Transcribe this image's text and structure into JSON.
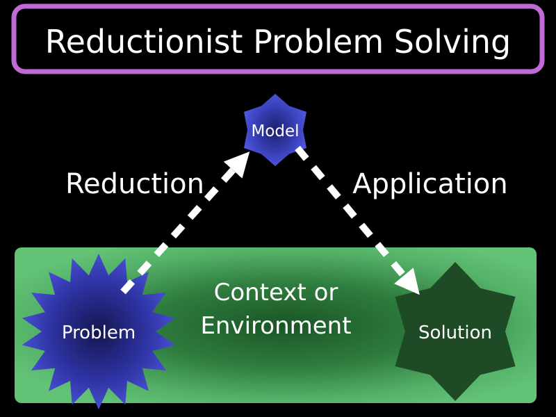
{
  "title": "Reductionist Problem Solving",
  "nodes": {
    "model": "Model",
    "problem": "Problem",
    "solution": "Solution"
  },
  "context": {
    "line1": "Context or",
    "line2": "Environment"
  },
  "edges": {
    "reduction": "Reduction",
    "application": "Application"
  },
  "colors": {
    "background": "#000000",
    "title_border": "#c06ad8",
    "context_fill": "#5fbf73",
    "context_glow": "#1e5c2a",
    "star_blue": "#4850d8",
    "star_blue_core": "#16185a",
    "solution_fill": "#1f4a26",
    "arrow": "#ffffff",
    "text": "#ffffff"
  }
}
